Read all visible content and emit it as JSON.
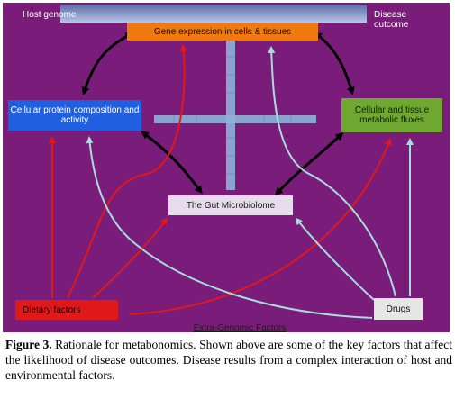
{
  "labels": {
    "host_genome": "Host genome",
    "disease_outcome": "Disease outcome",
    "extra_genomic": "Extra-Genomic Factors"
  },
  "boxes": {
    "gene_expression": "Gene expression in cells & tissues",
    "cellular_protein": "Cellular protein composition and activity",
    "cellular_tissue": "Cellular and tissue metabolic fluxes",
    "gut_microbiolome": "The Gut Microbiolome",
    "dietary": "Dietary factors",
    "drugs": "Drugs"
  },
  "caption": {
    "label": "Figure 3.",
    "text": " Rationale for metabonomics. Shown above are some of the key factors that affect the likelihood of disease outcomes. Disease results from a complex interaction of host and environmental factors."
  },
  "colors": {
    "background": "#7a1d7a",
    "gene_box": "#f07a10",
    "protein_box": "#1f5fe0",
    "metabolic_box": "#6fa830",
    "gut_box": "#e6dcec",
    "dietary_box": "#e01818",
    "drugs_box": "#e6e6e6",
    "red_arrow": "#e01818",
    "light_blue_arrow": "#a8dcdc",
    "black_arrow": "#000000",
    "cross": "#8fb3d8"
  }
}
